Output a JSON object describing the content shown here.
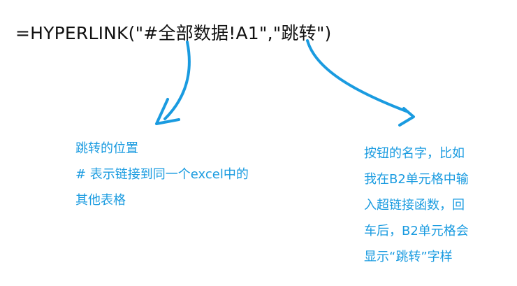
{
  "formula": "=HYPERLINK(\"#全部数据!A1\",\"跳转\")",
  "annotations": {
    "left": {
      "lines": [
        "跳转的位置",
        "# 表示链接到同一个excel中的",
        "其他表格"
      ]
    },
    "right": {
      "lines": [
        "按钮的名字，比如",
        "我在B2单元格中输",
        "入超链接函数，回",
        "车后，B2单元格会",
        "显示“跳转”字样"
      ]
    }
  },
  "colors": {
    "annotation": "#1a9be0",
    "arrow": "#1a9be0",
    "formula": "#111111"
  }
}
